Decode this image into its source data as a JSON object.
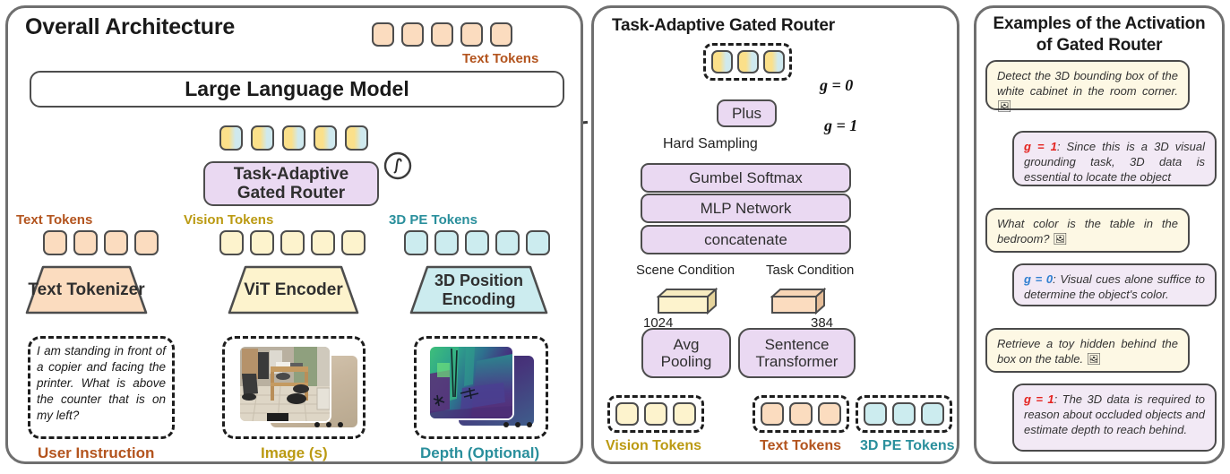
{
  "panels": {
    "left": {
      "title": "Overall Architecture"
    },
    "middle": {
      "title": "Task-Adaptive Gated Router"
    },
    "right": {
      "title_line1": "Examples of the Activation",
      "title_line2": "of Gated Router"
    }
  },
  "left": {
    "llm_label": "Large Language Model",
    "router_line1": "Task-Adaptive",
    "router_line2": "Gated Router",
    "text_tokenizer": "Text Tokenizer",
    "vit_encoder": "ViT Encoder",
    "pos_enc_line1": "3D Position",
    "pos_enc_line2": "Encoding",
    "caption_text_tokens_top": "Text Tokens",
    "caption_text_tokens": "Text Tokens",
    "caption_vision_tokens": "Vision Tokens",
    "caption_pe_tokens": "3D PE Tokens",
    "user_instruction_text": "I am standing in front of a copier and facing the printer. What is above the counter that is on my left?",
    "footer_user_instruction": "User Instruction",
    "footer_images": "Image (s)",
    "footer_depth": "Depth (Optional)",
    "gate_icon": "integral-switch-icon"
  },
  "middle": {
    "plus": "Plus",
    "gumbel": "Gumbel Softmax",
    "mlp": "MLP Network",
    "concat": "concatenate",
    "avg_pool_line1": "Avg",
    "avg_pool_line2": "Pooling",
    "sent_tf_line1": "Sentence",
    "sent_tf_line2": "Transformer",
    "hard_sampling": "Hard Sampling",
    "scene_condition": "Scene Condition",
    "task_condition": "Task Condition",
    "dim_scene": "1024",
    "dim_task": "384",
    "g_zero": "g = 0",
    "g_one": "g = 1",
    "caption_vision_tokens": "Vision Tokens",
    "caption_text_tokens": "Text Tokens",
    "caption_pe_tokens": "3D PE Tokens"
  },
  "right": {
    "examples": [
      {
        "question": "Detect the 3D bounding box of the white cabinet in the room corner.",
        "icon": "🖼",
        "g_label": "g = 1",
        "g_value": "1",
        "answer": "Since this is a 3D visual grounding task, 3D data is essential to locate the object"
      },
      {
        "question": "What color is the table in the bedroom?",
        "icon": "🖼",
        "g_label": "g = 0",
        "g_value": "0",
        "answer": "Visual cues alone suffice to determine the object's color."
      },
      {
        "question": "Retrieve a toy hidden behind the box on the table.",
        "icon": "🖼",
        "g_label": "g = 1",
        "g_value": "1",
        "answer": "The 3D data is required to reason about occluded objects and estimate depth to reach behind."
      }
    ]
  },
  "colors": {
    "token_text": "#fbdcbf",
    "token_vision": "#fdf3cd",
    "token_pe": "#ccecef",
    "purple_box": "#ead9f2",
    "orange_accent": "#b3541e",
    "yellow_accent": "#bb9a12",
    "teal_accent": "#2a8f9c",
    "stroke": "#4d4d4d",
    "g_true": "#e4231f",
    "g_false": "#2f7fd0"
  }
}
